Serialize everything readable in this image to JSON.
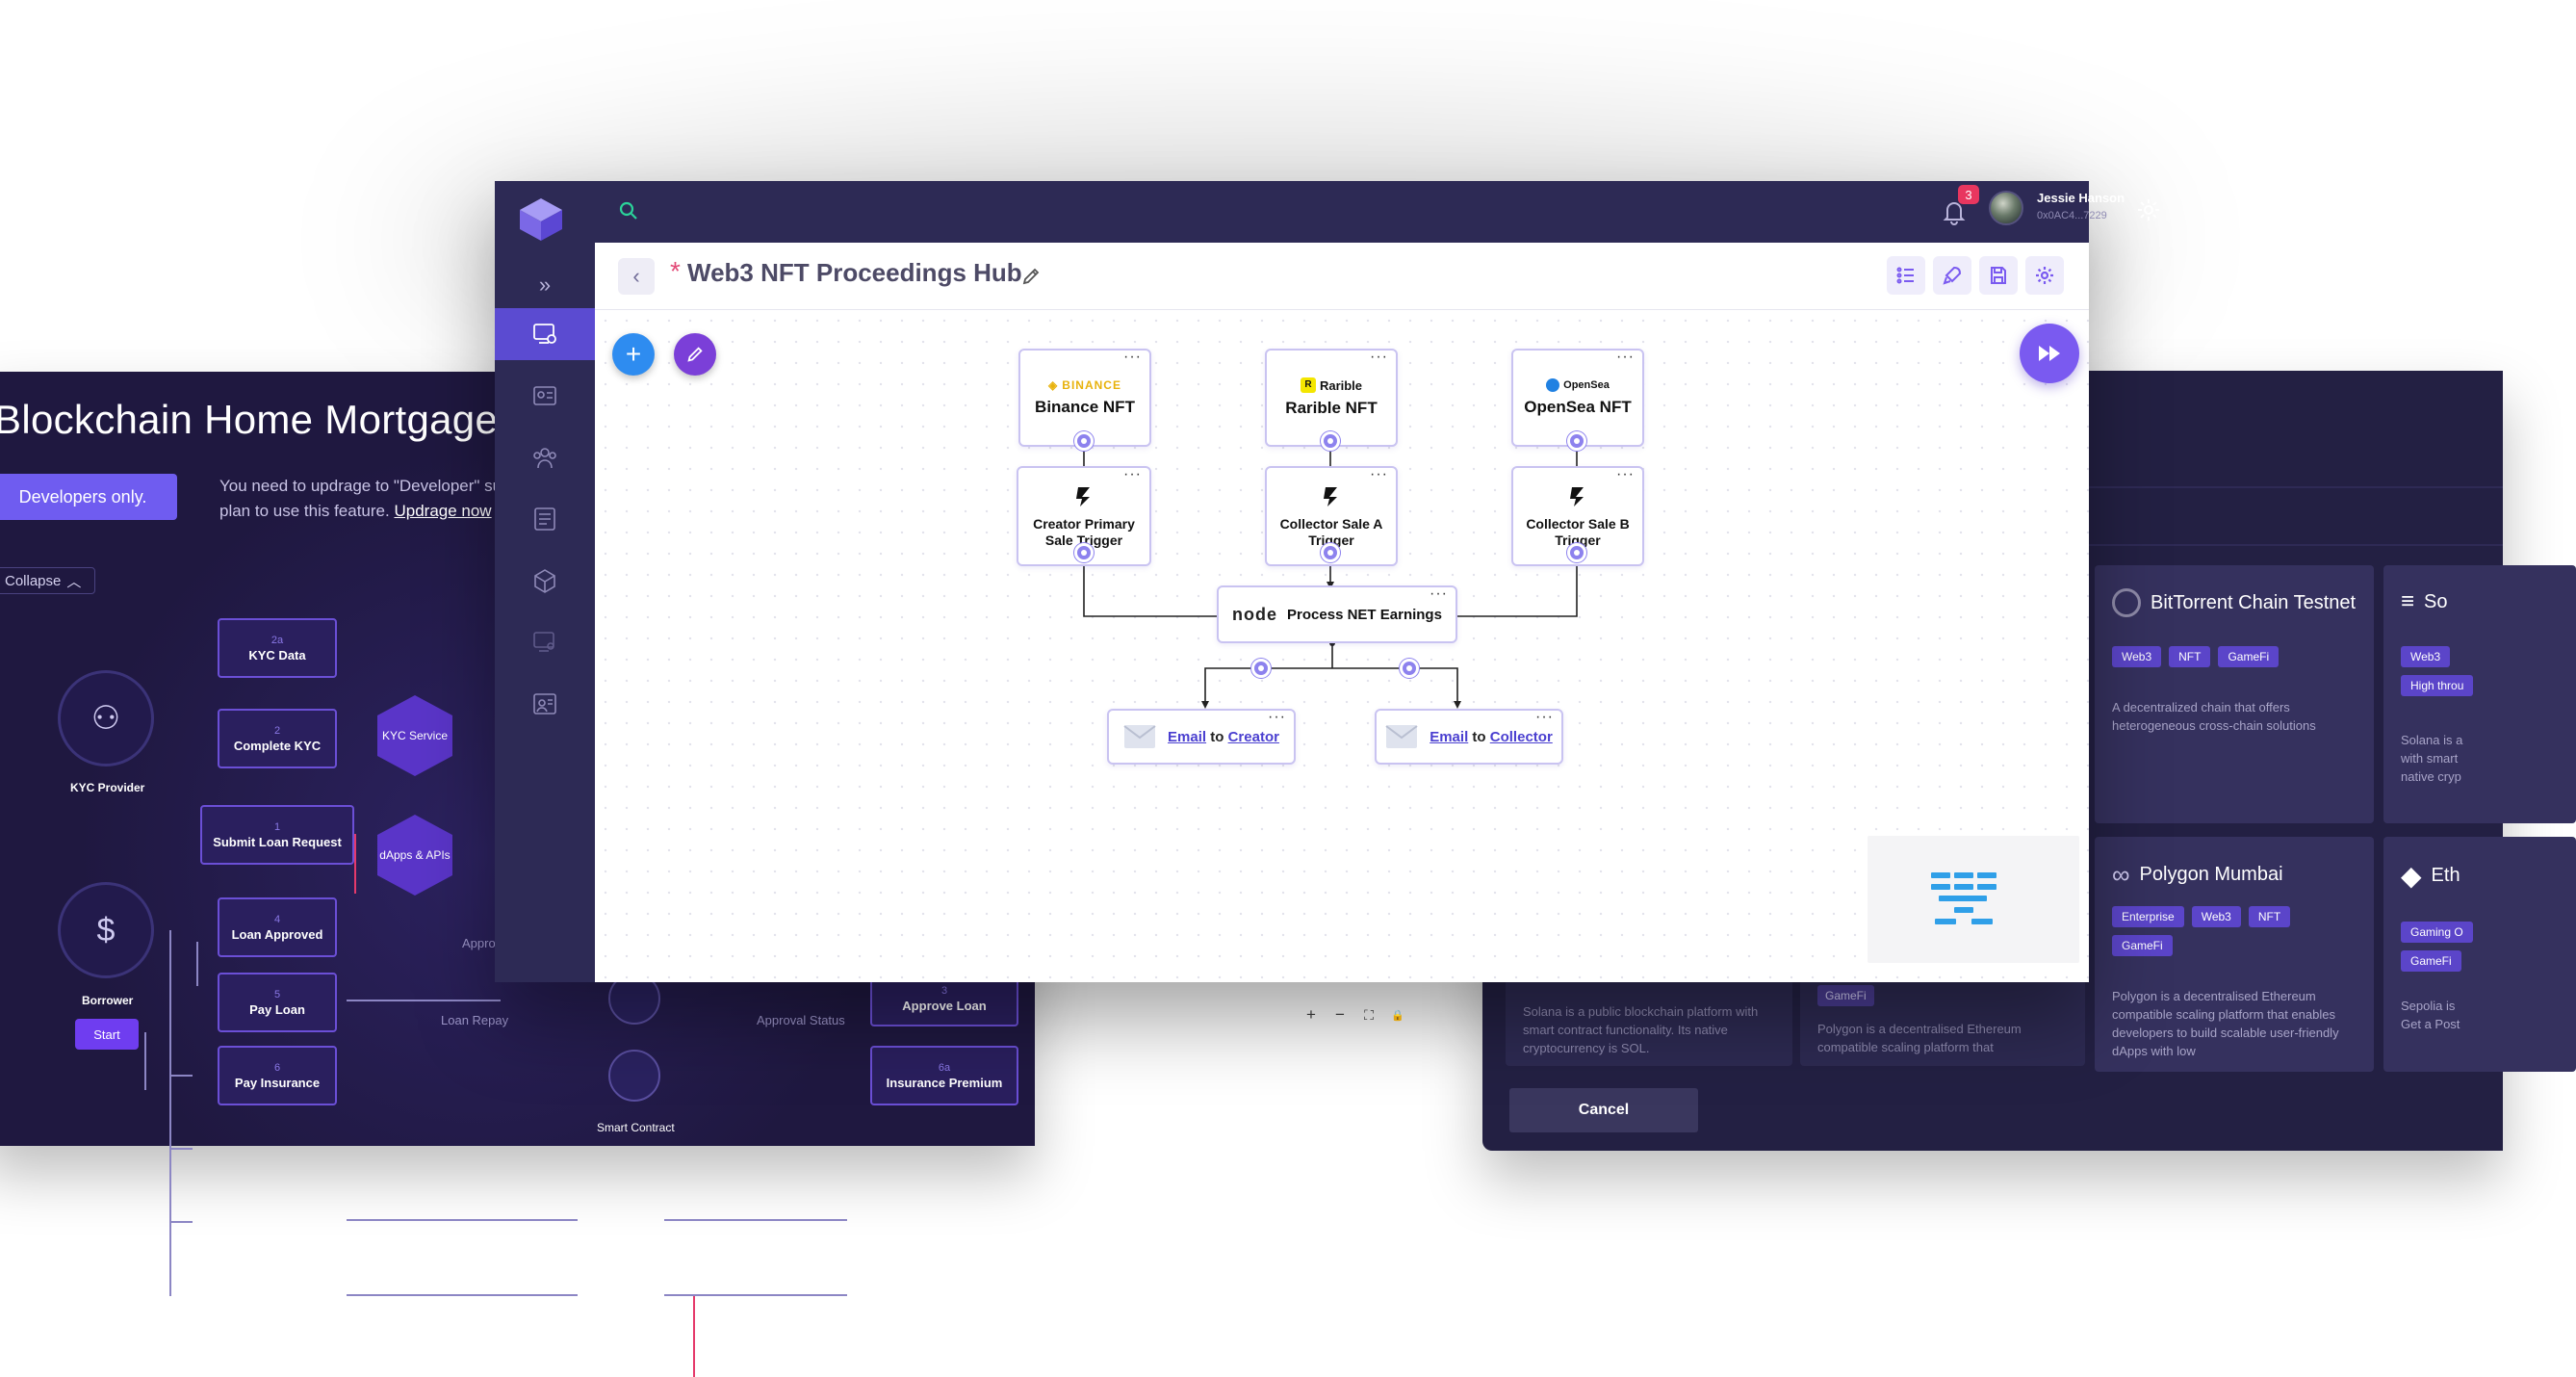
{
  "left_panel": {
    "title": "Blockchain Home Mortgage",
    "developers_button": "Developers only.",
    "upgrade_message": "You need to updrage to \"Developer\" su plan to use this feature.",
    "upgrade_link": "Updrage now",
    "collapse_label": "Collapse",
    "nodes": {
      "kyc_data": {
        "num": "2a",
        "label": "KYC Data"
      },
      "complete_kyc": {
        "num": "2",
        "label": "Complete KYC"
      },
      "submit_loan": {
        "num": "1",
        "label": "Submit Loan Request"
      },
      "loan_approved": {
        "num": "4",
        "label": "Loan Approved"
      },
      "pay_loan": {
        "num": "5",
        "label": "Pay Loan"
      },
      "pay_insurance": {
        "num": "6",
        "label": "Pay Insurance"
      },
      "approve_loan": {
        "num": "3",
        "label": "Approve Loan"
      },
      "insurance_premium": {
        "num": "6a",
        "label": "Insurance Premium"
      }
    },
    "hex_kyc_service": "KYC Service",
    "hex_dapps": "dApps & APIs",
    "kyc_provider_label": "KYC Provider",
    "borrower_label": "Borrower",
    "start_button": "Start",
    "loan_repay_label": "Loan Repay",
    "approval_status_label": "Approval Status",
    "approv_label": "Approv",
    "smart_contract_label": "Smart Contract"
  },
  "right_panel": {
    "cards": [
      {
        "title": "BitTorrent Chain Testnet",
        "tags": [
          "Web3",
          "NFT",
          "GameFi"
        ],
        "desc": "A decentralized chain that offers heterogeneous cross-chain solutions"
      },
      {
        "title": "So",
        "tags": [
          "Web3",
          "High throu"
        ],
        "desc": "Solana is a with smart native cryp"
      },
      {
        "title": "Polygon Mumbai",
        "tags": [
          "Enterprise",
          "Web3",
          "NFT",
          "GameFi"
        ],
        "desc": "Polygon is a decentralised Ethereum compatible scaling platform that enables developers to build scalable user-friendly dApps with low"
      },
      {
        "title": "Eth",
        "tags": [
          "Gaming O",
          "GameFi"
        ],
        "desc": "Sepolia is Get a Post"
      }
    ],
    "bottom_cards": [
      {
        "desc": "Solana is a public blockchain platform with smart contract functionality. Its native cryptocurrency is SOL."
      },
      {
        "tag": "GameFi",
        "desc": "Polygon is a decentralised Ethereum compatible scaling platform that"
      }
    ],
    "cancel_button": "Cancel"
  },
  "app": {
    "user": {
      "name": "Jessie Hanson",
      "address": "0x0AC4...7229"
    },
    "notifications_count": "3",
    "flow_title": "Web3 NFT Proceedings Hub",
    "unsaved_marker": "*",
    "nodes": {
      "binance": {
        "brand": "BINANCE",
        "label": "Binance NFT"
      },
      "rarible": {
        "brand": "Rarible",
        "label": "Rarible NFT"
      },
      "opensea": {
        "brand": "OpenSea",
        "label": "OpenSea NFT"
      },
      "creator_trigger": {
        "label": "Creator Primary Sale Trigger"
      },
      "collector_a": {
        "label": "Collector Sale A Trigger"
      },
      "collector_b": {
        "label": "Collector Sale B Trigger"
      },
      "process": {
        "brand": "node",
        "label": "Process NET Earnings"
      },
      "email_creator": {
        "prefix": "Email",
        "mid": "to",
        "target": "Creator"
      },
      "email_collector": {
        "prefix": "Email",
        "mid": "to",
        "target": "Collector"
      }
    },
    "zoom_controls": {
      "in": "+",
      "out": "−",
      "fit": "⛶",
      "lock": "🔒"
    },
    "icons": {
      "accent": "#7a5af0",
      "sidebar_bg": "#2d2a55",
      "active_item": "#5b4bd1",
      "add_fab": "#2e8cf0",
      "edit_fab": "#7b3fd8"
    }
  }
}
